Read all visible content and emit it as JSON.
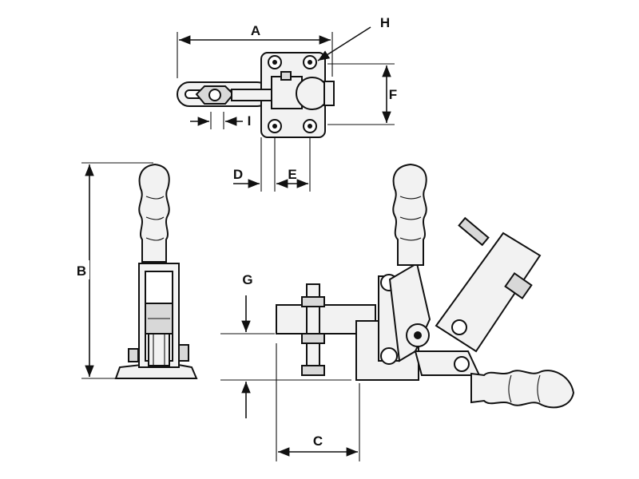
{
  "diagram": {
    "dimension_labels": {
      "a": "A",
      "b": "B",
      "c": "C",
      "d": "D",
      "e": "E",
      "f": "F",
      "g": "G",
      "h": "H",
      "i": "I"
    }
  }
}
